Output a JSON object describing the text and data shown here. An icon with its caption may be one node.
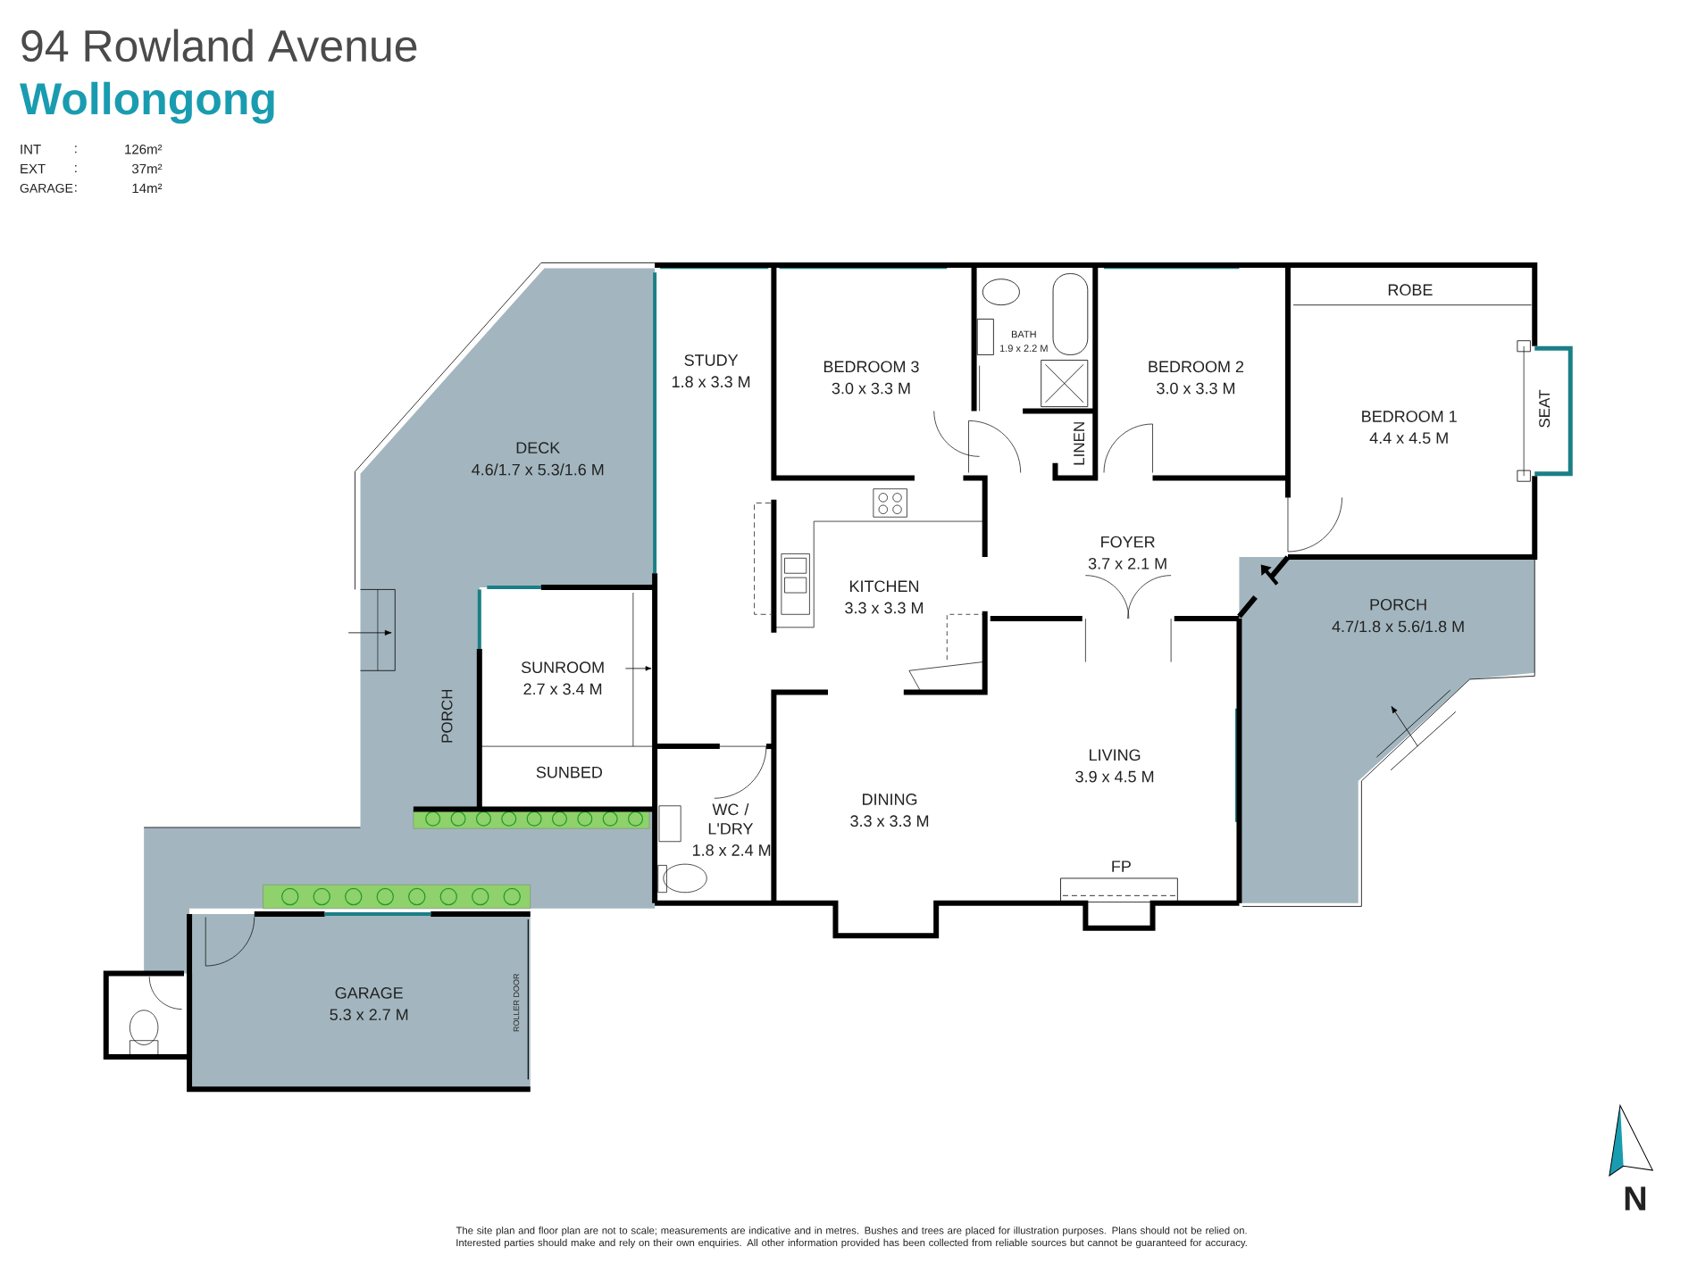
{
  "diagram": {
    "title": "94 Rowland Avenue",
    "labels": [
      "Wollongong",
      "INT",
      ":",
      "126m²",
      "EXT",
      ":",
      "37m²",
      "GARAGE",
      ":",
      "14m²",
      "ROBE",
      "STUDY",
      "1.8 x 3.3 M",
      "BEDROOM 3",
      "3.0 x 3.3 M",
      "BATH",
      "1.9 x 2.2 M",
      "BEDROOM 2",
      "3.0 x 3.3 M",
      "BEDROOM 1",
      "4.4 x 4.5 M",
      "SEAT",
      "LINEN",
      "DECK",
      "4.6/1.7 x 5.3/1.6 M",
      "FOYER",
      "3.7 x 2.1 M",
      "KITCHEN",
      "3.3 x 3.3 M",
      "PORCH",
      "4.7/1.8 x 5.6/1.8 M",
      "SUNROOM",
      "2.7 x 3.4 M",
      "PORCH",
      "SUNBED",
      "LIVING",
      "3.9 x 4.5 M",
      "WC / L'DRY",
      "1.8 x 2.4 M",
      "DINING",
      "3.3 x 3.3 M",
      "FP",
      "GARAGE",
      "5.3 x 2.7 M",
      "ROLLER DOOR",
      "N"
    ],
    "caption": "The site plan and floor plan are not to scale; measurements are indicative and in metres. Bushes and trees are placed for illustration purposes. Plans should not be relied on. Interested parties should make and rely on their own enquiries. All other information provided has been collected from reliable sources but cannot be guaranteed for accuracy."
  }
}
